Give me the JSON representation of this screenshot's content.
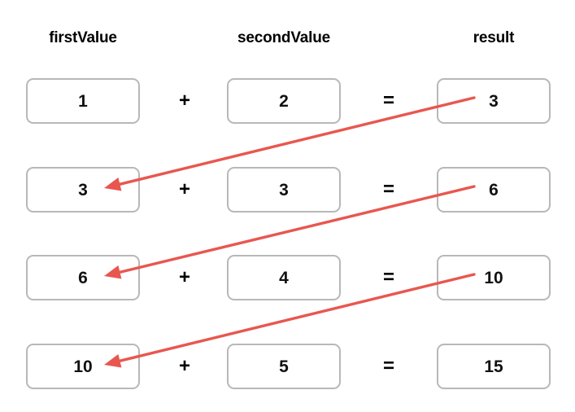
{
  "diagram": {
    "title_columns": [
      {
        "key": "first",
        "label": "firstValue"
      },
      {
        "key": "second",
        "label": "secondValue"
      },
      {
        "key": "result",
        "label": "result"
      }
    ],
    "operators": {
      "plus": "+",
      "equals": "="
    },
    "rows": [
      {
        "firstValue": "1",
        "secondValue": "2",
        "result": "3"
      },
      {
        "firstValue": "3",
        "secondValue": "3",
        "result": "6"
      },
      {
        "firstValue": "6",
        "secondValue": "4",
        "result": "10"
      },
      {
        "firstValue": "10",
        "secondValue": "5",
        "result": "15"
      }
    ],
    "arrows": [
      {
        "from_row": 1,
        "from_column": "result",
        "to_row": 2,
        "to_column": "firstValue"
      },
      {
        "from_row": 2,
        "from_column": "result",
        "to_row": 3,
        "to_column": "firstValue"
      },
      {
        "from_row": 3,
        "from_column": "result",
        "to_row": 4,
        "to_column": "firstValue"
      }
    ],
    "colors": {
      "arrow": "#e8574f",
      "box_border": "#b8b8b8",
      "text": "#111111",
      "background": "#ffffff"
    }
  }
}
